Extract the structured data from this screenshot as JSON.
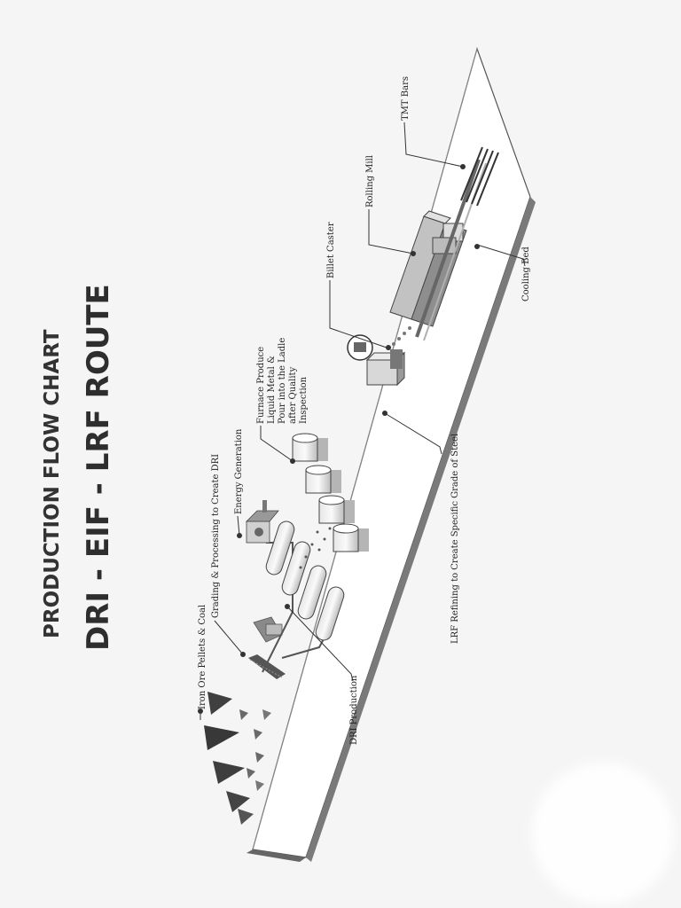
{
  "title": {
    "line1": "PRODUCTION FLOW CHART",
    "line2": "DRI - EIF - LRF  ROUTE"
  },
  "labels": {
    "iron_ore": "Iron Ore Pellets & Coal",
    "grading": "Grading & Processing to Create DRI",
    "energy": "Energy Generation",
    "furnace": [
      "Furnace Produce",
      "Liquid Metal &",
      "Pour into the Ladle",
      "after Quality",
      "Inspection"
    ],
    "billet_caster": "Billet Caster",
    "rolling_mill": "Rolling Mill",
    "tmt_bars": "TMT Bars",
    "cooling_bed": "Cooling Bed",
    "lrf": "LRF Refining to Create Specific Grade of Steel",
    "dri_production": "DRI Production"
  }
}
